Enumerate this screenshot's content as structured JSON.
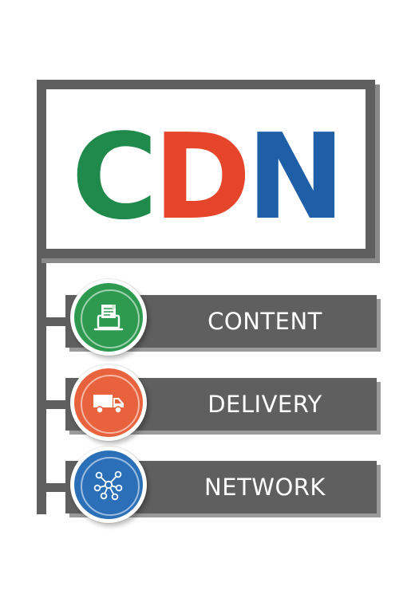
{
  "title": {
    "letters": [
      "C",
      "D",
      "N"
    ],
    "colors": [
      "#1f8a4c",
      "#e5452a",
      "#1f5fa8"
    ]
  },
  "items": [
    {
      "label": "CONTENT",
      "icon": "laptop-document-icon",
      "color": "#2e9a50"
    },
    {
      "label": "DELIVERY",
      "icon": "delivery-truck-icon",
      "color": "#e8633d"
    },
    {
      "label": "NETWORK",
      "icon": "network-nodes-icon",
      "color": "#2b6fb8"
    }
  ],
  "frame_color": "#5f5f5f"
}
